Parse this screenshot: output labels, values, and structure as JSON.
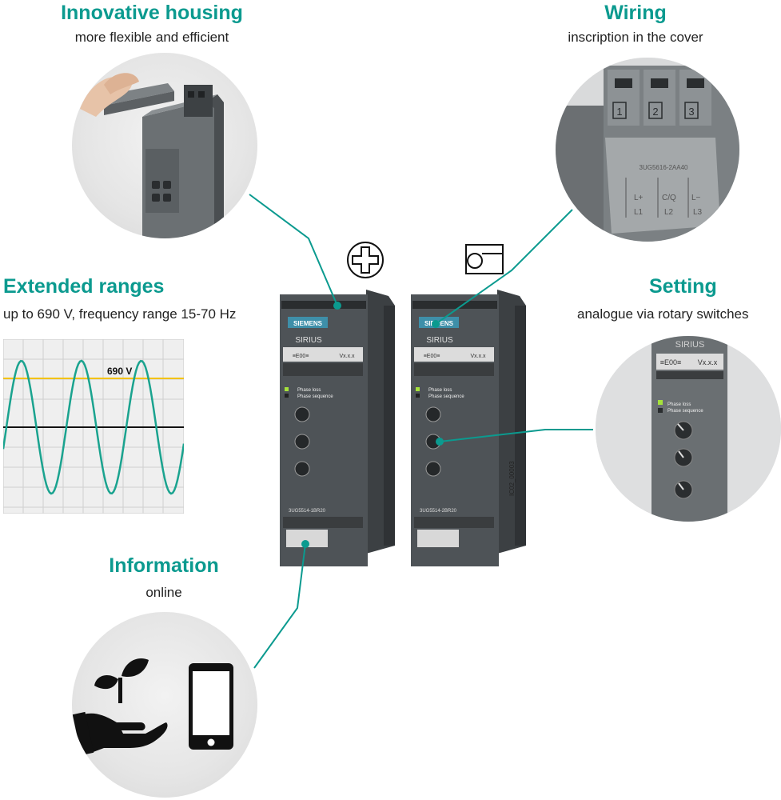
{
  "sections": {
    "housing": {
      "title": "Innovative housing",
      "subtitle": "more flexible and efficient"
    },
    "wiring": {
      "title": "Wiring",
      "subtitle": "inscription in the cover"
    },
    "ranges": {
      "title": "Extended ranges",
      "subtitle": "up to 690 V, frequency range 15-70 Hz"
    },
    "setting": {
      "title": "Setting",
      "subtitle": "analogue via rotary switches"
    },
    "information": {
      "title": "Information",
      "subtitle": "online"
    }
  },
  "waveform": {
    "label": "690 V"
  },
  "devices": {
    "left": {
      "brand": "SIEMENS",
      "series": "SIRIUS",
      "e00": "≡E00≡",
      "version": "Vx.x.x",
      "phase_loss": "Phase loss",
      "phase_sequence": "Phase sequence",
      "order_no": "3UG5514-1BR20"
    },
    "right": {
      "brand": "SIEMENS",
      "series": "SIRIUS",
      "e00": "≡E00≡",
      "version": "Vx.x.x",
      "phase_loss": "Phase loss",
      "phase_sequence": "Phase sequence",
      "order_no": "3UG5514-2BR20"
    }
  },
  "wiring_closeup": {
    "terminals": [
      "1",
      "2",
      "3"
    ],
    "part_no": "3UG5616-2AA40",
    "labels": [
      "L+",
      "C/Q",
      "L−"
    ],
    "labels2": [
      "L1",
      "L2",
      "L3"
    ]
  },
  "setting_closeup": {
    "series": "SIRIUS",
    "e00": "≡E00≡",
    "version": "Vx.x.x",
    "phase_loss": "Phase loss",
    "phase_sequence": "Phase sequence"
  },
  "figure_id": "IC02_00003",
  "colors": {
    "accent": "#0b9a8f",
    "wave": "#1aa38f",
    "limit": "#f2c200",
    "device": "#4e5357"
  },
  "icons": [
    "screw-terminal-icon",
    "spring-terminal-icon",
    "plant-in-hand-icon",
    "smartphone-icon"
  ]
}
